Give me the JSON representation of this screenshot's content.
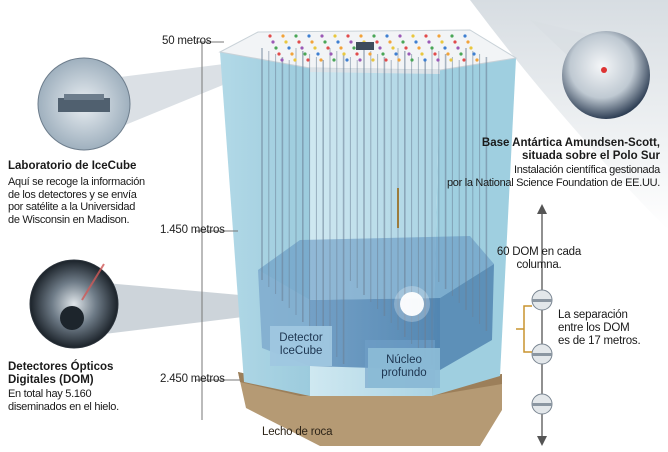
{
  "depths": {
    "top": "50 metros",
    "middle": "1.450 metros",
    "bottom": "2.450 metros"
  },
  "lab": {
    "title": "Laboratorio de IceCube",
    "lines": [
      "Aquí se recoge la información",
      "de los detectores y se envía",
      "por satélite a la Universidad",
      "de Wisconsin en Madison."
    ]
  },
  "dom": {
    "title_lines": [
      "Detectores Ópticos",
      "Digitales (DOM)"
    ],
    "lines": [
      "En total hay 5.160",
      "diseminados en el hielo."
    ]
  },
  "base": {
    "title_lines": [
      "Base Antártica Amundsen-Scott,",
      "situada sobre el Polo Sur"
    ],
    "lines": [
      "Instalación científica gestionada",
      "por la National Science Foundation de EE.UU."
    ]
  },
  "column_note": [
    "60 DOM en cada",
    "columna."
  ],
  "spacing_note": [
    "La separación",
    "entre los DOM",
    "es de 17 metros."
  ],
  "detector_label": [
    "Detector",
    "IceCube"
  ],
  "core_label": [
    "Núcleo",
    "profundo"
  ],
  "bedrock_label": "Lecho de roca",
  "colors": {
    "ice": "#bfe0ec",
    "ice_dark": "#8fc5da",
    "detector": "#4f86b6",
    "rock": "#b59a74",
    "string": "#6b7f95"
  }
}
